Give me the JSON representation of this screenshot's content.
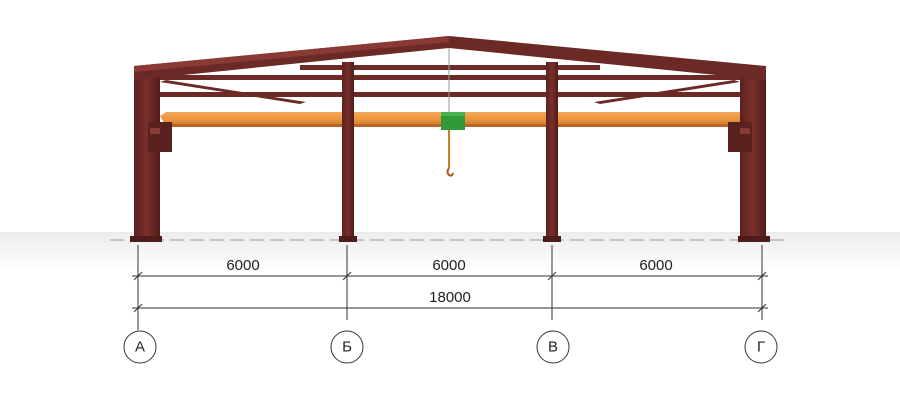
{
  "colors": {
    "steel": "#6b2a26",
    "steel_dark": "#4e1c19",
    "steel_light": "#8a3a34",
    "crane_beam": "#e8923a",
    "crane_beam_dark": "#c9742a",
    "hoist": "#2f9a3a",
    "hook": "#d07a2a",
    "dimension_line": "#333333",
    "ground": "#dcdcdc"
  },
  "dimensions": {
    "spans": [
      {
        "label": "6000"
      },
      {
        "label": "6000"
      },
      {
        "label": "6000"
      }
    ],
    "total": {
      "label": "18000"
    }
  },
  "axes": [
    {
      "label": "А"
    },
    {
      "label": "Б"
    },
    {
      "label": "В"
    },
    {
      "label": "Г"
    }
  ]
}
